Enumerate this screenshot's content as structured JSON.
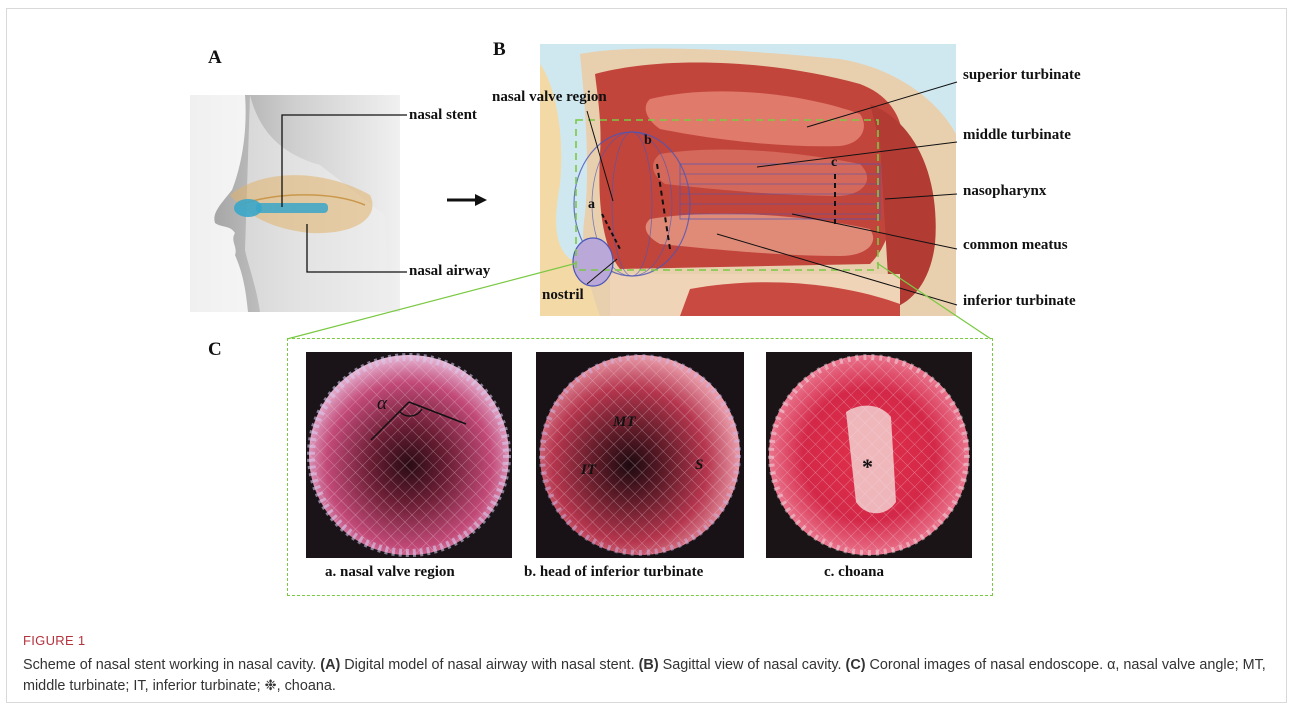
{
  "figure": {
    "panel_labels": {
      "a": "A",
      "b": "B",
      "c": "C"
    },
    "panel_a": {
      "labels": [
        "nasal stent",
        "nasal airway"
      ]
    },
    "panel_b": {
      "labels": [
        "nasal valve region",
        "nostril",
        "superior turbinate",
        "middle turbinate",
        "nasopharynx",
        "common meatus",
        "inferior turbinate"
      ],
      "cut_markers": [
        "a",
        "b",
        "c"
      ]
    },
    "panel_c": {
      "endoscope_images": [
        {
          "caption": "a. nasal valve region",
          "marks": [
            "α"
          ]
        },
        {
          "caption": "b. head of inferior turbinate",
          "marks": [
            "MT",
            "IT",
            "S"
          ]
        },
        {
          "caption": "c. choana",
          "marks": [
            "*"
          ]
        }
      ]
    },
    "caption_title": "FIGURE 1",
    "caption_parts": [
      {
        "text": "Scheme of nasal stent working in nasal cavity. ",
        "bold": false
      },
      {
        "text": "(A)",
        "bold": true
      },
      {
        "text": " Digital model of nasal airway with nasal stent. ",
        "bold": false
      },
      {
        "text": "(B)",
        "bold": true
      },
      {
        "text": " Sagittal view of nasal cavity. ",
        "bold": false
      },
      {
        "text": "(C)",
        "bold": true
      },
      {
        "text": " Coronal images of nasal endoscope. α, nasal valve angle; MT, middle turbinate; IT, inferior turbinate; ❉, choana.",
        "bold": false
      }
    ]
  },
  "colors": {
    "accent_red": "#b5323d",
    "stent_blue": "#4a55b8",
    "dash_green": "#7ac943"
  }
}
